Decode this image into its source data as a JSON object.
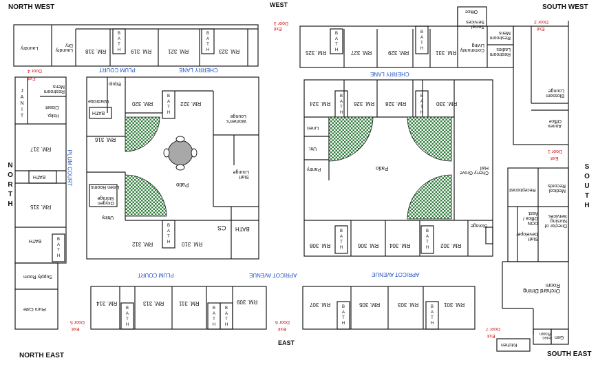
{
  "colors": {
    "wall": "#1a1a1a",
    "blue": "#1f4fbf",
    "red": "#d11a1a",
    "garden": "#2f7d3b"
  },
  "corners": {
    "nw": "NORTH WEST",
    "sw": "SOUTH WEST",
    "ne": "NORTH EAST",
    "se": "SOUTH EAST",
    "west": "WEST",
    "east": "EAST"
  },
  "sides": {
    "north": [
      "N",
      "O",
      "R",
      "T",
      "H"
    ],
    "south": [
      "S",
      "O",
      "U",
      "T",
      "H"
    ]
  },
  "streets": {
    "plum_top": "PLUM COURT",
    "cherry_left": "CHERRY LANE",
    "cherry_right": "CHERRY LANE",
    "plum_bottom": "PLUM COURT",
    "apricot_left": "APRICOT AVENUE",
    "apricot_right": "APRICOT AVENUE",
    "plum_vertical": "PLUM COURT"
  },
  "exits": {
    "label": "Exit",
    "door1": "Door 1",
    "door2": "Door 2",
    "door3": "Door 3",
    "door4": "Door 4",
    "door5": "Door 5",
    "door6": "Door 6",
    "door7": "Door 7"
  },
  "rooms": {
    "laundry": "Laundry",
    "laundry_dry": "Laundry Dry",
    "rm318": "RM. 318",
    "rm319": "RM. 319",
    "rm321": "RM. 321",
    "rm323": "RM. 323",
    "rm325": "RM. 325",
    "rm327": "RM. 327",
    "rm329": "RM. 329",
    "rm331": "RM. 331",
    "community_living": "Community Living",
    "social_services": "Social Services",
    "office": "Office",
    "restroom_men": "Restroom Mens",
    "restroom_ladies": "Restroom Ladies",
    "equip": "Equip",
    "wardrobe": "Wardrobe",
    "rm320": "RM. 320",
    "rm322": "RM. 322",
    "bath": "BATH",
    "rm316": "RM. 316",
    "womens_lounge": "Women's Lounge",
    "staff_lounge": "Staff Lounge",
    "linen_rooms": "Linen Rooms",
    "oxygen_storage": "Oxygen Storage",
    "utility": "Utility",
    "rm312": "RM. 312",
    "rm310": "RM. 310",
    "cs": "CS",
    "patio": "Patio",
    "rm324": "RM. 324",
    "rm326": "RM. 326",
    "rm328": "RM. 328",
    "rm330": "RM. 330",
    "linen": "Linen",
    "util": "Util.",
    "pantry": "Pantry",
    "cherry_grove_hall": "Cherry Grove Hall",
    "storage": "Storage",
    "rm308": "RM. 308",
    "rm306": "RM. 306",
    "rm304": "RM. 304",
    "rm302": "RM. 302",
    "restroom_mens_left": "Restroom Mens",
    "closet": "Closet",
    "hskp": "Hskp.",
    "janitor": [
      "J",
      "A",
      "N",
      "I",
      "T"
    ],
    "rm317": "RM. 317",
    "rm315": "RM. 315",
    "supply_room": "Supply Room",
    "plum_cafe": "Plum Cafe",
    "rm314": "RM. 314",
    "rm313": "RM. 313",
    "rm311": "RM. 311",
    "rm309": "RM. 309",
    "rm307": "RM. 307",
    "rm305": "RM. 305",
    "rm303": "RM. 303",
    "rm301": "RM. 301",
    "blossom_lounge": "Blossom Lounge",
    "annex_office": "Annex Office",
    "receptionist": "Receptionist",
    "medical_records": "Medical Records",
    "don_office": "DON Office / Asst.",
    "staff_developer": "Staff Developer",
    "director_nursing": "Director of Nursing Services",
    "orchard_dining": "Orchard Dining Room",
    "kitchen": "Kitchen",
    "elec_room": "Elec. Room",
    "gen": "Gen"
  },
  "bath_letters": [
    "B",
    "A",
    "T",
    "H"
  ]
}
